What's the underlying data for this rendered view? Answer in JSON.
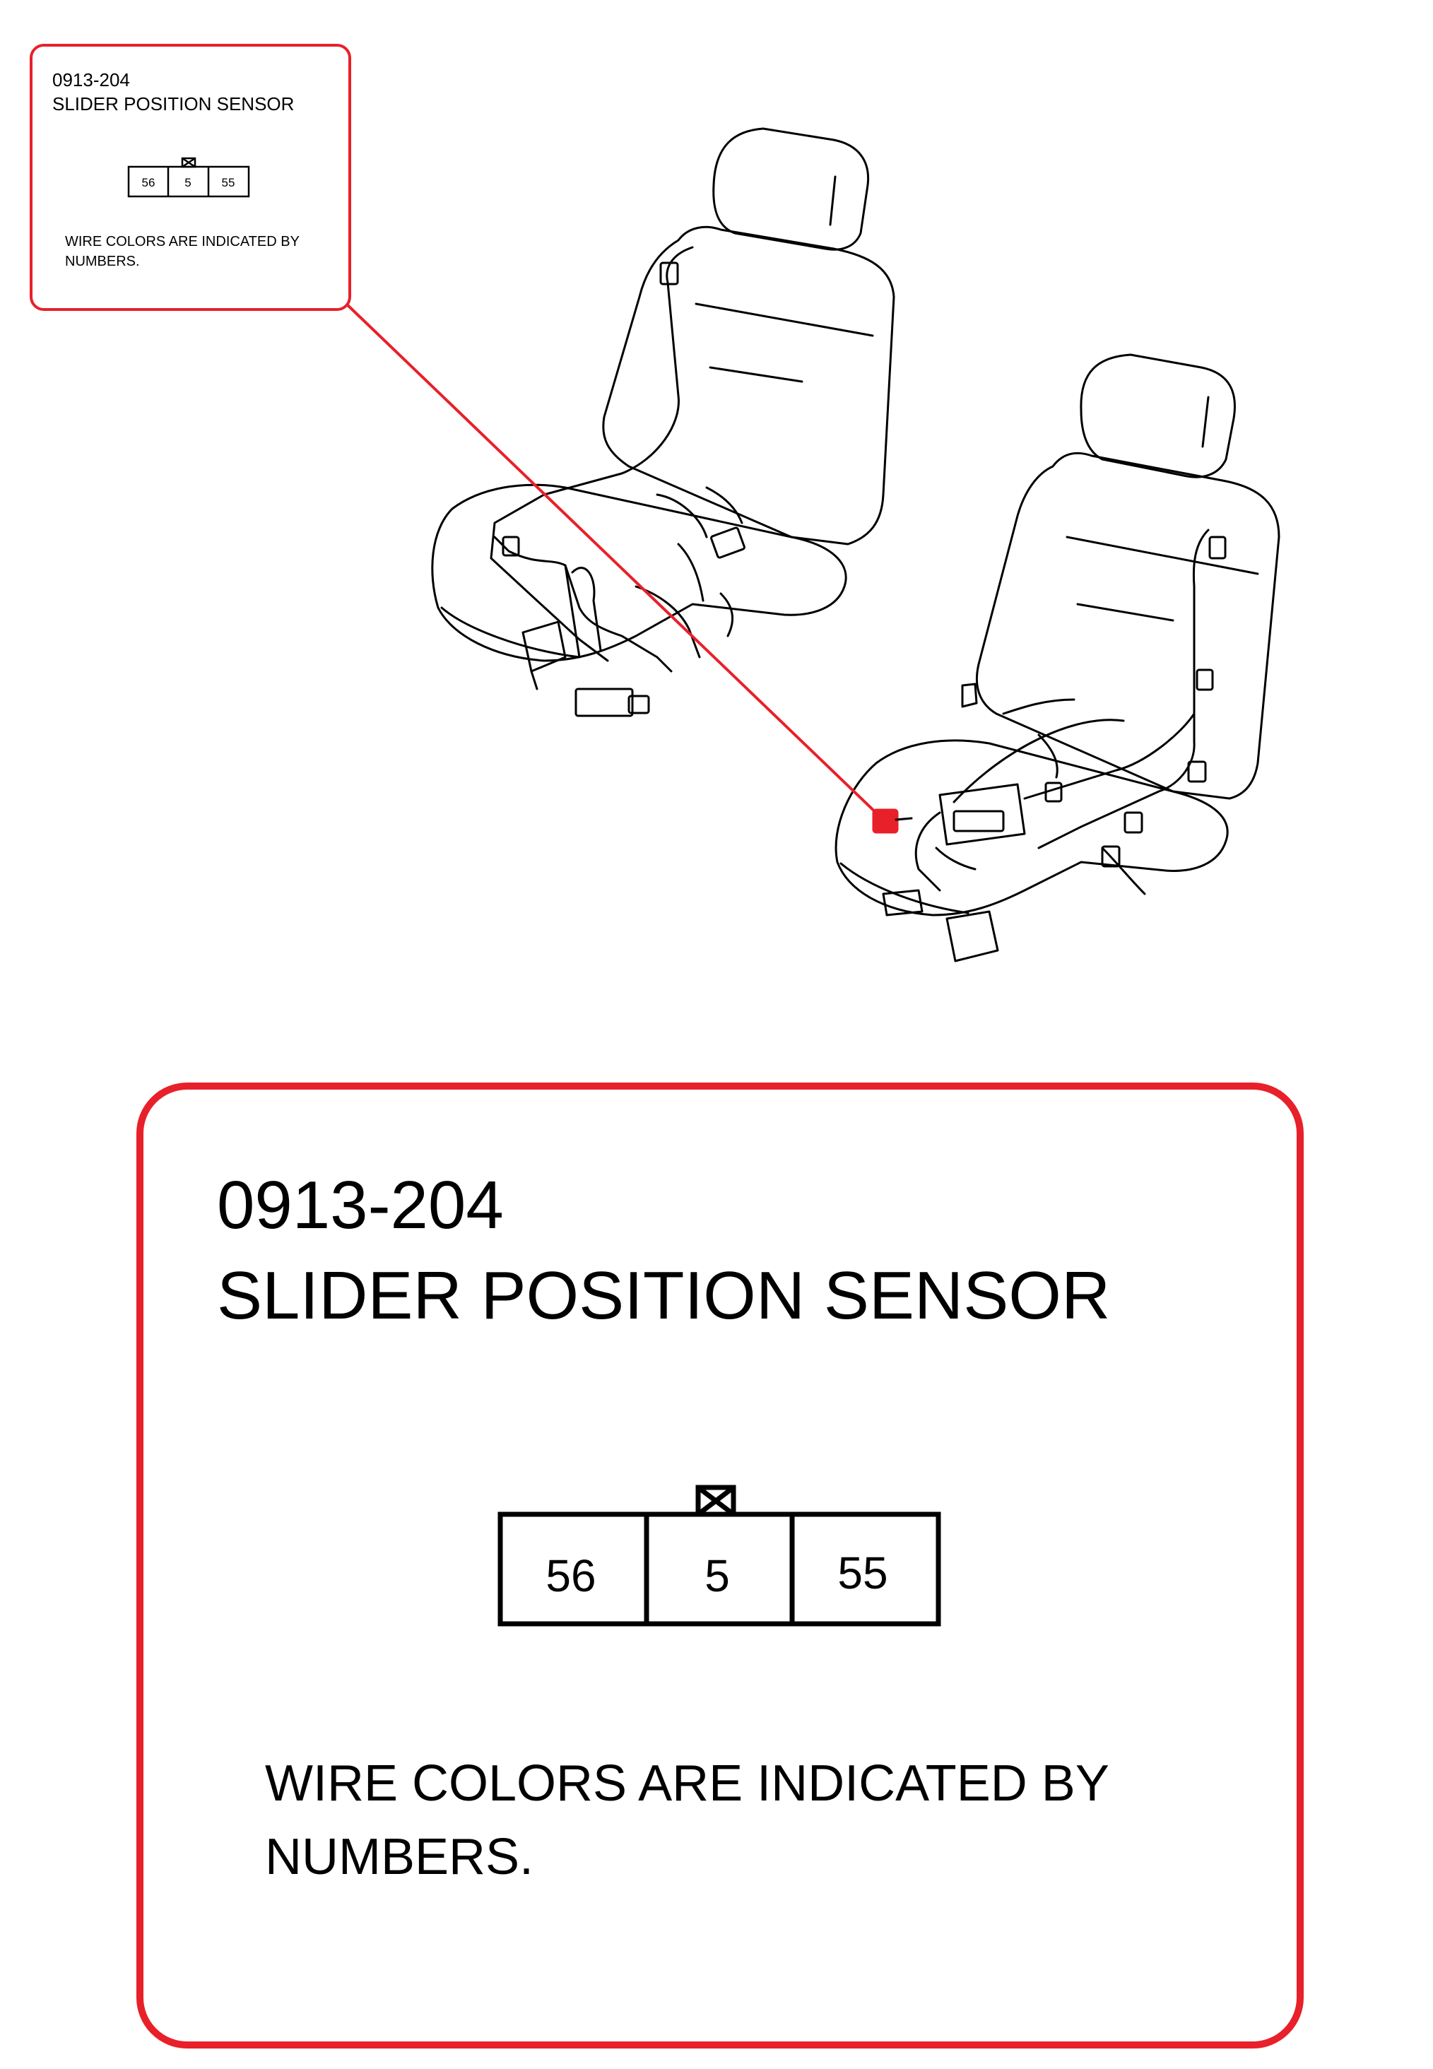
{
  "connector_small": {
    "code": "0913-204",
    "name": "SLIDER POSITION SENSOR",
    "pins": [
      "56",
      "5",
      "55"
    ],
    "note": "WIRE COLORS ARE INDICATED BY NUMBERS."
  },
  "connector_large": {
    "code": "0913-204",
    "name": "SLIDER POSITION SENSOR",
    "pins": [
      "56",
      "5",
      "55"
    ],
    "note": "WIRE COLORS ARE INDICATED BY NUMBERS."
  },
  "colors": {
    "callout": "#e8202a",
    "line": "#000000",
    "highlight": "#e8202a"
  }
}
